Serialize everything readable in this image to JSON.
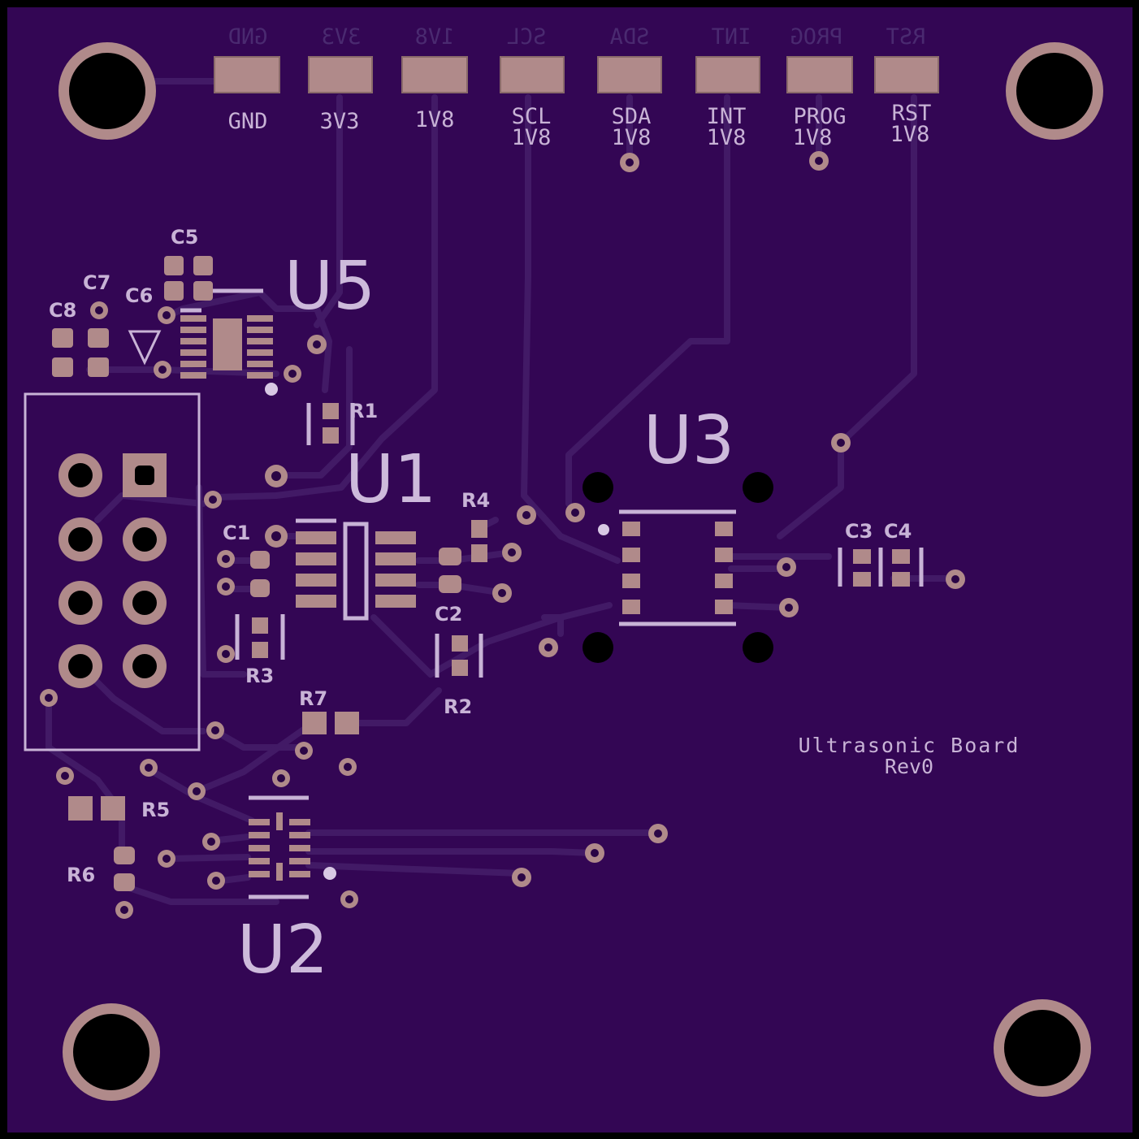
{
  "board": {
    "title": "Ultrasonic Board",
    "revision": "Rev0",
    "colors": {
      "background": "#000000",
      "substrate": "#330654",
      "trace": "#421a66",
      "pad": "#b08a8a",
      "silkscreen": "#c8b3d6",
      "hole": "#000000",
      "bottom_silk": "#4a2a70"
    }
  },
  "header_pins": [
    {
      "label": "GND",
      "sub": "",
      "mirrored": "GND"
    },
    {
      "label": "3V3",
      "sub": "",
      "mirrored": "3V3"
    },
    {
      "label": "1V8",
      "sub": "",
      "mirrored": "1V8"
    },
    {
      "label": "SCL",
      "sub": "1V8",
      "mirrored": "SCL"
    },
    {
      "label": "SDA",
      "sub": "1V8",
      "mirrored": "SDA"
    },
    {
      "label": "INT",
      "sub": "1V8",
      "mirrored": "INT"
    },
    {
      "label": "PROG",
      "sub": "1V8",
      "mirrored": "PROG"
    },
    {
      "label": "RST",
      "sub": "1V8",
      "mirrored": "RST"
    }
  ],
  "components": {
    "ic": [
      "U1",
      "U2",
      "U3",
      "U5"
    ],
    "passives": [
      "C1",
      "C2",
      "C3",
      "C4",
      "C5",
      "C6",
      "C7",
      "C8",
      "R1",
      "R2",
      "R3",
      "R4",
      "R5",
      "R6",
      "R7"
    ]
  },
  "mounting_holes": 4,
  "programming_header": "2x4"
}
